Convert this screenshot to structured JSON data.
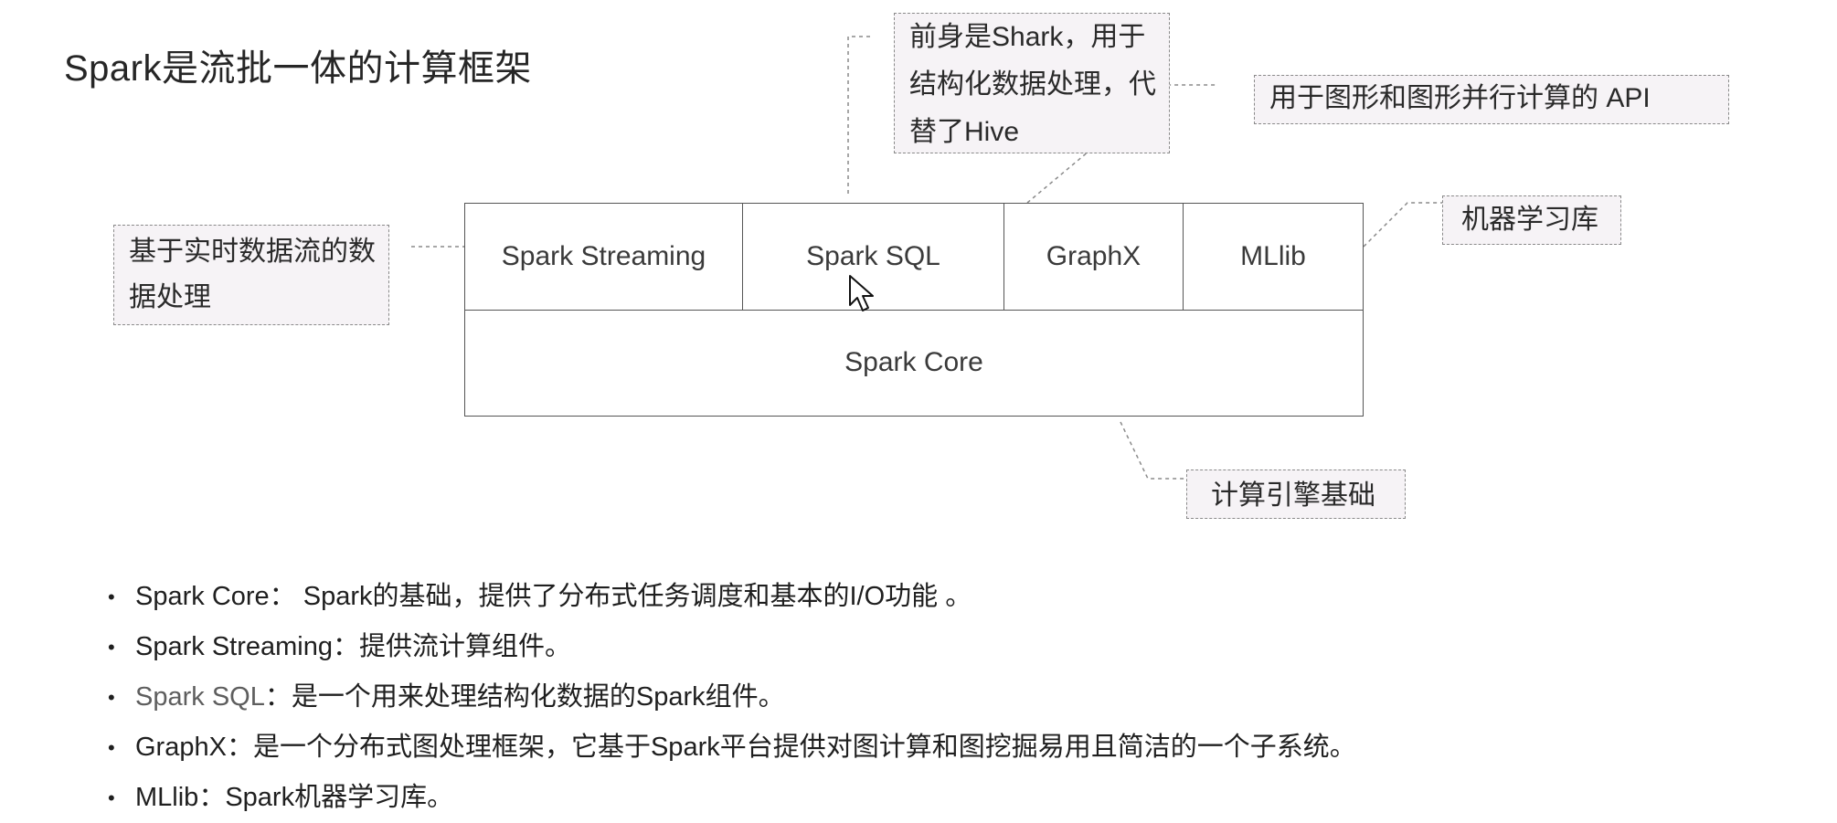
{
  "title": "Spark是流批一体的计算框架",
  "diagram": {
    "top_row": [
      "Spark Streaming",
      "Spark SQL",
      "GraphX",
      "MLlib"
    ],
    "bottom": "Spark Core"
  },
  "callouts": {
    "streaming": [
      "基于实时数据流的数",
      "据处理"
    ],
    "sql": [
      "前身是Shark，用于",
      "结构化数据处理，代",
      "替了Hive"
    ],
    "graphx": [
      "用于图形和图形并行计算的 API"
    ],
    "mllib": [
      "机器学习库"
    ],
    "core": [
      "计算引擎基础"
    ]
  },
  "bullets": [
    {
      "term": "Spark Core",
      "sep": "：",
      "desc": " Spark的基础，提供了分布式任务调度和基本的I/O功能 。"
    },
    {
      "term": "Spark Streaming",
      "sep": "：",
      "desc": "提供流计算组件。"
    },
    {
      "term": "Spark SQL",
      "sep": "：",
      "desc": "是一个用来处理结构化数据的Spark组件。"
    },
    {
      "term": "GraphX",
      "sep": "：",
      "desc": "是一个分布式图处理框架，它基于Spark平台提供对图计算和图挖掘易用且简洁的一个子系统。"
    },
    {
      "term": "MLlib",
      "sep": "：",
      "desc": "Spark机器学习库。"
    }
  ],
  "colors": {
    "callout_bg": "#f6f3f6",
    "callout_border": "#8a8a8a",
    "box_border": "#555555"
  }
}
